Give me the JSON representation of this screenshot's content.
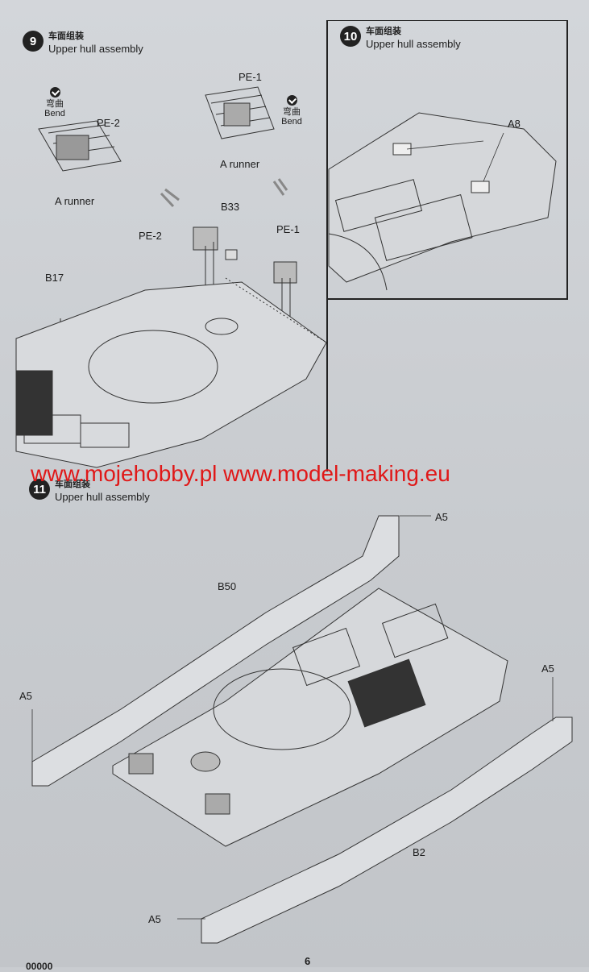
{
  "steps": [
    {
      "num": "9",
      "title_cn": "车面组装",
      "title_en": "Upper hull assembly"
    },
    {
      "num": "10",
      "title_cn": "车面组装",
      "title_en": "Upper hull assembly"
    },
    {
      "num": "11",
      "title_cn": "车面组装",
      "title_en": "Upper hull assembly"
    }
  ],
  "step9": {
    "bend_cn": "弯曲",
    "bend_en": "Bend",
    "pe1": "PE-1",
    "pe2": "PE-2",
    "runner": "A runner",
    "b33": "B33",
    "b17": "B17"
  },
  "step10": {
    "a8": "A8"
  },
  "step11": {
    "a5": "A5",
    "b50": "B50",
    "b2": "B2"
  },
  "watermark": "www.mojehobby.pl www.model-making.eu",
  "page_number": "6",
  "page_left_code": "00000"
}
